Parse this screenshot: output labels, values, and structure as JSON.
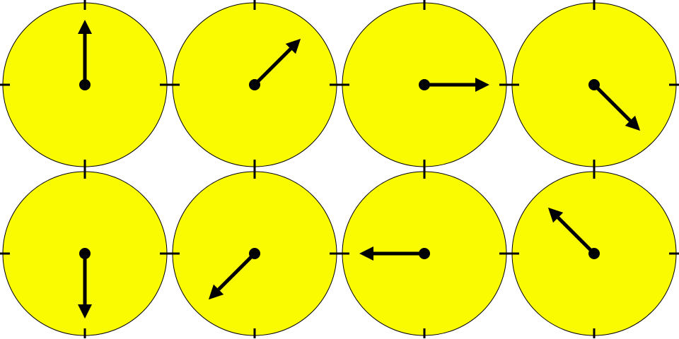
{
  "colors": {
    "face": "#fafa00",
    "rim": "#000000",
    "needle": "#000000",
    "background": "#ffffff"
  },
  "dials": [
    {
      "direction": "up",
      "angle_deg": 0
    },
    {
      "direction": "up-right",
      "angle_deg": 45
    },
    {
      "direction": "right",
      "angle_deg": 90
    },
    {
      "direction": "down-right",
      "angle_deg": 135
    },
    {
      "direction": "down",
      "angle_deg": 180
    },
    {
      "direction": "down-left",
      "angle_deg": 225
    },
    {
      "direction": "left",
      "angle_deg": 270
    },
    {
      "direction": "up-left",
      "angle_deg": 315
    }
  ]
}
